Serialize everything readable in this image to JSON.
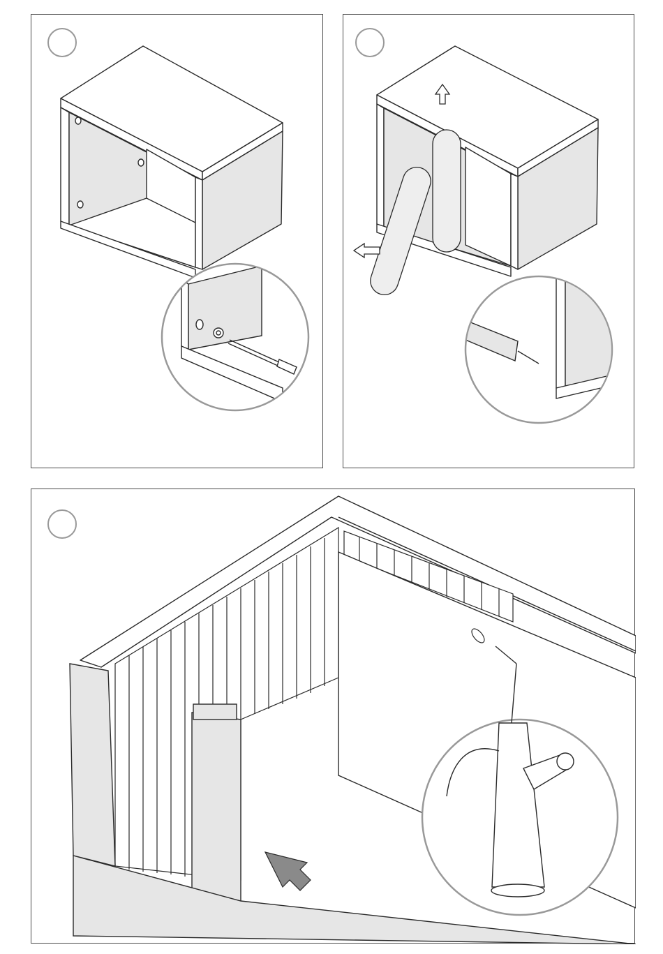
{
  "document": {
    "panels": [
      {
        "step_marker": "",
        "illustration": "cabinet-carcass-with-screwdriver-detail"
      },
      {
        "step_marker": "",
        "illustration": "cabinet-with-cleaning-pads-and-oil-detail"
      },
      {
        "step_marker": "",
        "illustration": "tambour-door-track-with-oil-can-detail"
      }
    ]
  },
  "colors": {
    "line": "#2a2a2a",
    "shade": "#e6e6e6",
    "frame": "#4a4a4a",
    "circle": "#999999",
    "arrow": "#8a8a8a"
  }
}
